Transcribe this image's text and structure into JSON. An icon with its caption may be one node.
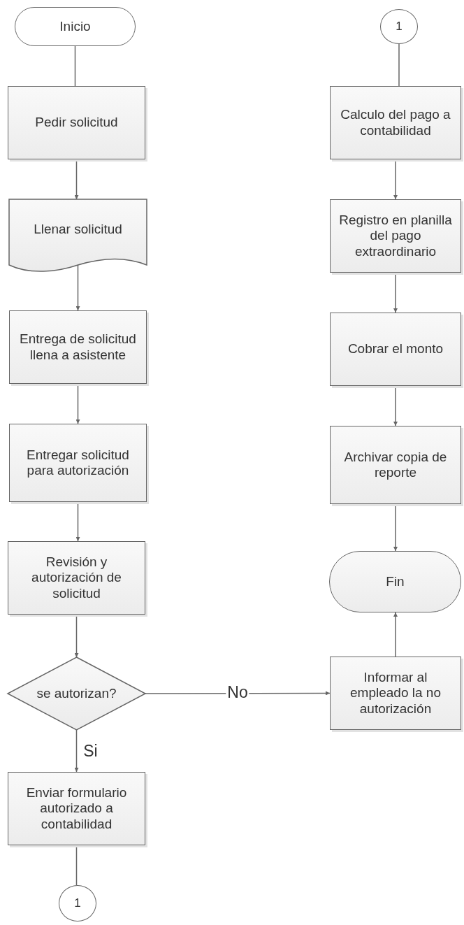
{
  "diagram": {
    "nodes": [
      {
        "text": [
          "Inicio"
        ]
      },
      {
        "text": [
          "Pedir solicitud"
        ]
      },
      {
        "text": [
          "Llenar solicitud"
        ]
      },
      {
        "text": [
          "Entrega de solicitud llena a asistente"
        ]
      },
      {
        "text": [
          "Entregar solicitud para autorización"
        ]
      },
      {
        "text": [
          "Revisión y autorización de solicitud"
        ]
      },
      {
        "text": [
          "se autorizan?"
        ]
      },
      {
        "text": [
          "Enviar formulario autorizado a contabilidad"
        ]
      },
      {
        "text": [
          "1"
        ]
      },
      {
        "text": [
          "1"
        ]
      },
      {
        "text": [
          "Calculo del pago a contabilidad"
        ]
      },
      {
        "text": [
          "Registro en planilla del pago extraordinario"
        ]
      },
      {
        "text": [
          "Cobrar el monto"
        ]
      },
      {
        "text": [
          "Archivar copia de reporte"
        ]
      },
      {
        "text": [
          "Fin"
        ]
      },
      {
        "text": [
          "Informar al empleado la no autorización"
        ]
      }
    ],
    "edges": [
      {
        "from": 0,
        "to": 1,
        "arrow": "none"
      },
      {
        "from": 1,
        "to": 2,
        "arrow": "to"
      },
      {
        "from": 2,
        "to": 3,
        "arrow": "to"
      },
      {
        "from": 3,
        "to": 4,
        "arrow": "to"
      },
      {
        "from": 4,
        "to": 5,
        "arrow": "to"
      },
      {
        "from": 5,
        "to": 6,
        "arrow": "to"
      },
      {
        "from": 6,
        "to": 15,
        "arrow": "to",
        "label": "No"
      },
      {
        "from": 6,
        "to": 7,
        "arrow": "to",
        "label": "Si"
      },
      {
        "from": 7,
        "to": 8,
        "arrow": "none"
      },
      {
        "from": 9,
        "to": 10,
        "arrow": "none"
      },
      {
        "from": 10,
        "to": 11,
        "arrow": "to"
      },
      {
        "from": 11,
        "to": 12,
        "arrow": "to"
      },
      {
        "from": 12,
        "to": 13,
        "arrow": "to"
      },
      {
        "from": 13,
        "to": 14,
        "arrow": "to"
      },
      {
        "from": 15,
        "to": 14,
        "arrow": "to"
      }
    ]
  }
}
